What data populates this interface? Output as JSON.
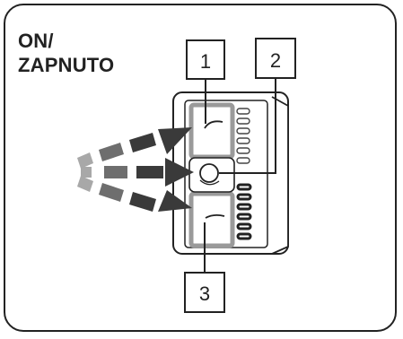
{
  "heading": {
    "line1": "ON/",
    "line2": "ZAPNUTO"
  },
  "callouts": [
    {
      "id": "1",
      "label": "1"
    },
    {
      "id": "2",
      "label": "2"
    },
    {
      "id": "3",
      "label": "3"
    }
  ],
  "colors": {
    "line": "#222222",
    "arrow_dark": "#3a3a3a",
    "arrow_mid": "#6e6e6e",
    "arrow_light": "#a8a8a8",
    "panel_gray": "#9a9a9a",
    "background": "#ffffff"
  },
  "icons": [
    "arrow-up-right-icon",
    "arrow-right-icon",
    "arrow-down-right-icon"
  ]
}
